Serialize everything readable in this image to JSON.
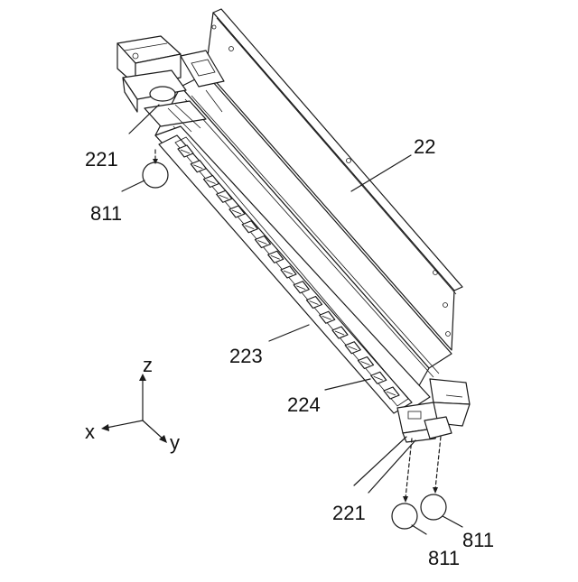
{
  "labels": {
    "part_22": "22",
    "part_221_top": "221",
    "part_811_top": "811",
    "part_223": "223",
    "part_224": "224",
    "part_221_bottom": "221",
    "part_811_bottom_left": "811",
    "part_811_bottom_right": "811"
  },
  "axes": {
    "x": "x",
    "y": "y",
    "z": "z"
  },
  "colors": {
    "line": "#1a1a1a",
    "background": "#ffffff"
  }
}
